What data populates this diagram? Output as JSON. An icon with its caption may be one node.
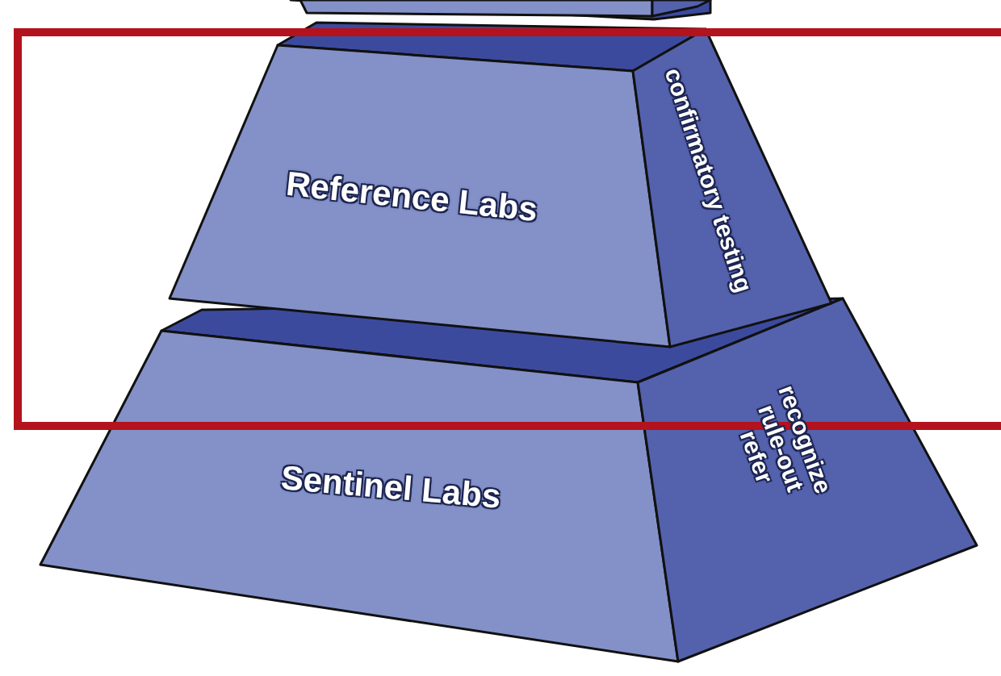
{
  "diagram": {
    "nodes": [
      {
        "text": [],
        "shape": "box"
      },
      {
        "text": [
          "Reference Labs",
          "confirmatory testing"
        ]
      },
      {
        "text": [
          "Sentinel Labs",
          "recognize rule-out refer"
        ]
      }
    ]
  }
}
